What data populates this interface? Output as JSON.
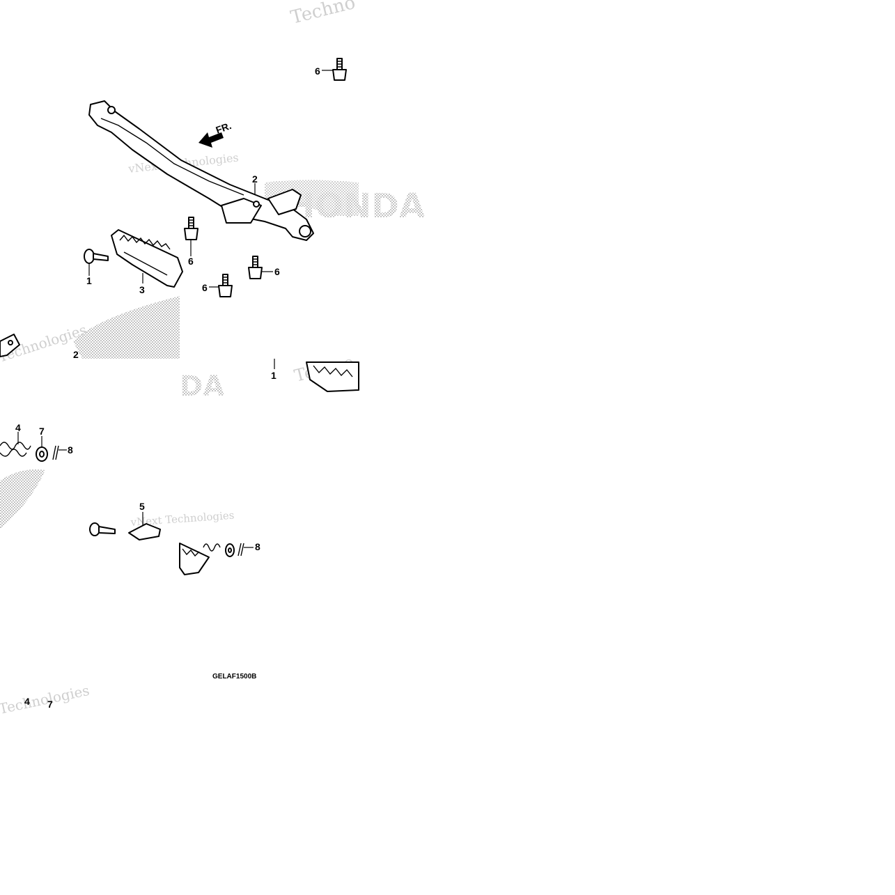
{
  "diagram": {
    "code": "GELAF1500B",
    "direction_label": "FR.",
    "callouts": {
      "c1_top": "1",
      "c2_top": "2",
      "c3": "3",
      "c6_a": "6",
      "c6_b": "6",
      "c6_c": "6",
      "c6_d": "6",
      "c1_mid": "1",
      "c2_mid": "2",
      "c4_mid": "4",
      "c7_mid": "7",
      "c8_mid": "8",
      "c5": "5",
      "c8_low": "8",
      "c4_low": "4",
      "c7_low": "7"
    },
    "watermarks": {
      "w1": "Techno",
      "w2": "vNext Technologies",
      "w3": "Technologies",
      "w4": "Techno",
      "w5": "vNext Technologies",
      "w6": "Technologies",
      "logo_top": "HONDA",
      "logo_mid": "DA"
    }
  }
}
